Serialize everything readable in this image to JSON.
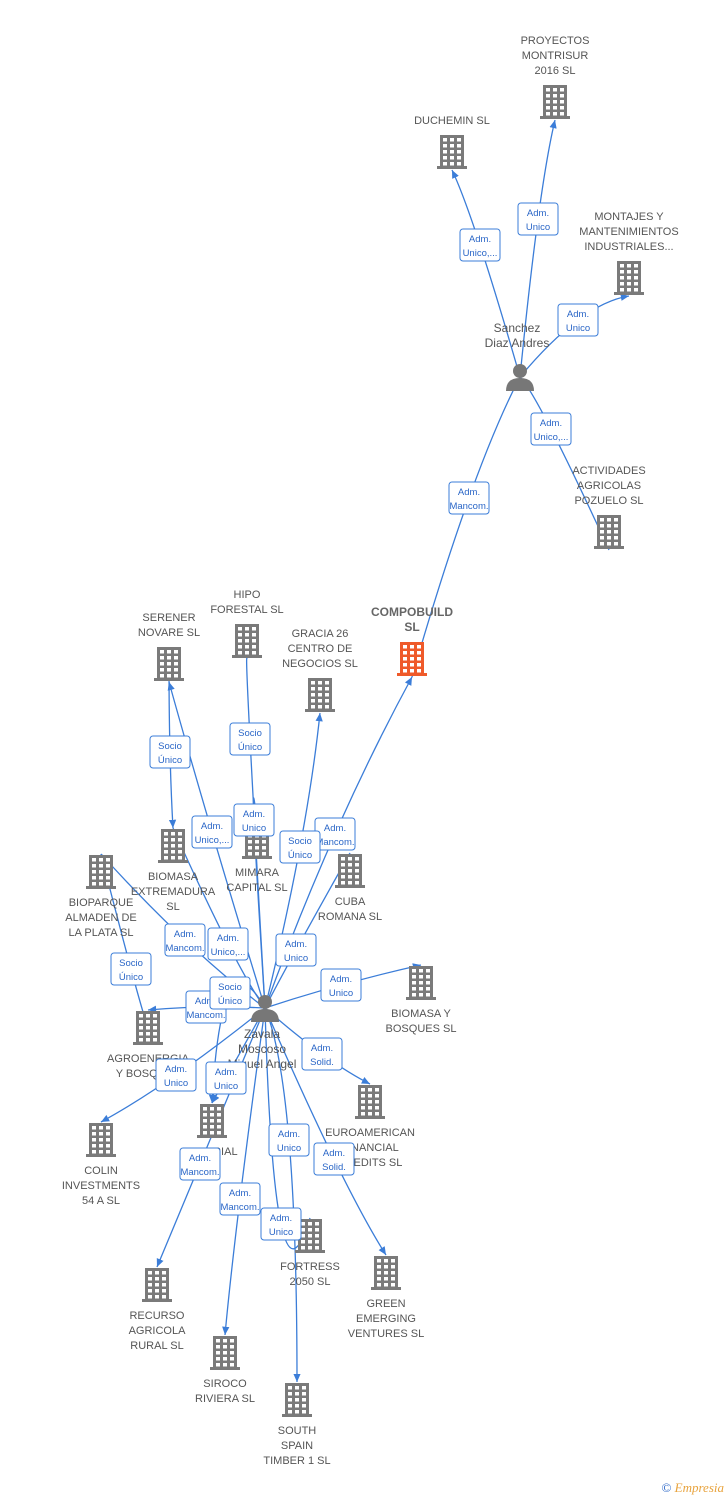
{
  "colors": {
    "edge": "#3b7dd8",
    "building": "#7a7a7a",
    "main_building": "#ef5a2a",
    "person": "#777777"
  },
  "people": [
    {
      "id": "sanchez",
      "label": [
        "Sanchez",
        "Diaz Andres"
      ],
      "icon": "person-icon"
    },
    {
      "id": "zavala",
      "label": [
        "Zavala",
        "Moscoso",
        "Miguel Angel"
      ],
      "icon": "person-icon"
    }
  ],
  "companies": [
    {
      "id": "proyectos",
      "label": [
        "PROYECTOS",
        "MONTRISUR",
        "2016  SL"
      ]
    },
    {
      "id": "duchemin",
      "label": [
        "DUCHEMIN SL"
      ]
    },
    {
      "id": "montajes",
      "label": [
        "MONTAJES Y",
        "MANTENIMIENTOS",
        "INDUSTRIALES..."
      ]
    },
    {
      "id": "actividades",
      "label": [
        "ACTIVIDADES",
        "AGRICOLAS",
        "POZUELO  SL"
      ]
    },
    {
      "id": "compobuild",
      "label": [
        "COMPOBUILD",
        "SL"
      ],
      "main": true
    },
    {
      "id": "hipo",
      "label": [
        "HIPO",
        "FORESTAL  SL"
      ]
    },
    {
      "id": "serener",
      "label": [
        "SERENER",
        "NOVARE  SL"
      ]
    },
    {
      "id": "gracia",
      "label": [
        "GRACIA 26",
        "CENTRO DE",
        "NEGOCIOS  SL"
      ]
    },
    {
      "id": "biomasa_ext",
      "label": [
        "BIOMASA",
        "EXTREMADURA",
        "SL"
      ]
    },
    {
      "id": "mimara",
      "label": [
        "MIMARA",
        "CAPITAL  SL"
      ]
    },
    {
      "id": "cuba",
      "label": [
        "CUBA",
        "ROMANA  SL"
      ]
    },
    {
      "id": "bioparque",
      "label": [
        "BIOPARQUE",
        "ALMADEN DE",
        "LA PLATA SL"
      ]
    },
    {
      "id": "biomasa_bosq",
      "label": [
        "BIOMASA Y",
        "BOSQUES SL"
      ]
    },
    {
      "id": "agroenergia",
      "label": [
        "AGROENERGIA",
        "Y BOSQUES"
      ]
    },
    {
      "id": "euroamerican",
      "label": [
        "EUROAMERICAN",
        "FINANCIAL",
        "CREDITS SL"
      ]
    },
    {
      "id": "colin",
      "label": [
        "COLIN",
        "INVESTMENTS",
        "54 A  SL"
      ]
    },
    {
      "id": "alterial",
      "label": [
        "ALTERIAL",
        "SL"
      ]
    },
    {
      "id": "fortress",
      "label": [
        "FORTRESS",
        "2050  SL"
      ]
    },
    {
      "id": "green",
      "label": [
        "GREEN",
        "EMERGING",
        "VENTURES SL"
      ]
    },
    {
      "id": "recurso",
      "label": [
        "RECURSO",
        "AGRICOLA",
        "RURAL SL"
      ]
    },
    {
      "id": "siroco",
      "label": [
        "SIROCO",
        "RIVIERA  SL"
      ]
    },
    {
      "id": "south",
      "label": [
        "SOUTH",
        "SPAIN",
        "TIMBER 1  SL"
      ]
    }
  ],
  "relations": [
    {
      "from": "sanchez",
      "to": "proyectos",
      "label": [
        "Adm.",
        "Unico"
      ]
    },
    {
      "from": "sanchez",
      "to": "duchemin",
      "label": [
        "Adm.",
        "Unico,..."
      ]
    },
    {
      "from": "sanchez",
      "to": "montajes",
      "label": [
        "Adm.",
        "Unico"
      ]
    },
    {
      "from": "sanchez",
      "to": "actividades",
      "label": [
        "Adm.",
        "Unico,..."
      ]
    },
    {
      "from": "sanchez",
      "to": "compobuild",
      "label": [
        "Adm.",
        "Mancom."
      ]
    },
    {
      "from": "zavala",
      "to": "compobuild",
      "label": [
        "Adm.",
        "Mancom."
      ]
    },
    {
      "from": "zavala",
      "to": "hipo",
      "label": [
        "Socio",
        "Único"
      ]
    },
    {
      "from": "zavala",
      "to": "serener",
      "label": [
        "Adm.",
        "Unico,..."
      ]
    },
    {
      "from": "serener",
      "to": "biomasa_ext",
      "label": [
        "Socio",
        "Único"
      ]
    },
    {
      "from": "zavala",
      "to": "gracia",
      "label": [
        "Socio",
        "Único"
      ]
    },
    {
      "from": "zavala",
      "to": "mimara",
      "label": [
        "Adm.",
        "Unico"
      ]
    },
    {
      "from": "zavala",
      "to": "cuba",
      "label": [
        "Adm.",
        "Unico"
      ]
    },
    {
      "from": "zavala",
      "to": "biomasa_ext",
      "label": [
        "Adm.",
        "Unico,..."
      ]
    },
    {
      "from": "zavala",
      "to": "bioparque",
      "label": [
        "Adm.",
        "Mancom."
      ]
    },
    {
      "from": "agroenergia",
      "to": "bioparque",
      "label": [
        "Socio",
        "Único"
      ]
    },
    {
      "from": "zavala",
      "to": "agroenergia",
      "label": [
        "Adm.",
        "Mancom."
      ]
    },
    {
      "from": "zavala",
      "to": "biomasa_bosq",
      "label": [
        "Adm.",
        "Unico"
      ]
    },
    {
      "from": "zavala",
      "to": "euroamerican",
      "label": [
        "Adm.",
        "Solid."
      ]
    },
    {
      "from": "zavala",
      "to": "colin",
      "label": [
        "Adm.",
        "Unico"
      ]
    },
    {
      "from": "zavala",
      "to": "alterial",
      "label": [
        "Adm.",
        "Unico"
      ]
    },
    {
      "from": "zavala",
      "to": "fortress",
      "label": [
        "Adm.",
        "Unico"
      ]
    },
    {
      "from": "zavala",
      "to": "green",
      "label": [
        "Adm.",
        "Solid."
      ]
    },
    {
      "from": "zavala",
      "to": "recurso",
      "label": [
        "Adm.",
        "Mancom."
      ]
    },
    {
      "from": "zavala",
      "to": "siroco",
      "label": [
        "Adm.",
        "Mancom."
      ]
    },
    {
      "from": "zavala",
      "to": "south",
      "label": [
        "Adm.",
        "Unico"
      ]
    },
    {
      "from": "zavala",
      "to": "alterial",
      "label": [
        "Socio",
        "Único"
      ]
    }
  ],
  "footer": {
    "copyright_symbol": "©",
    "brand": "Empresia"
  }
}
